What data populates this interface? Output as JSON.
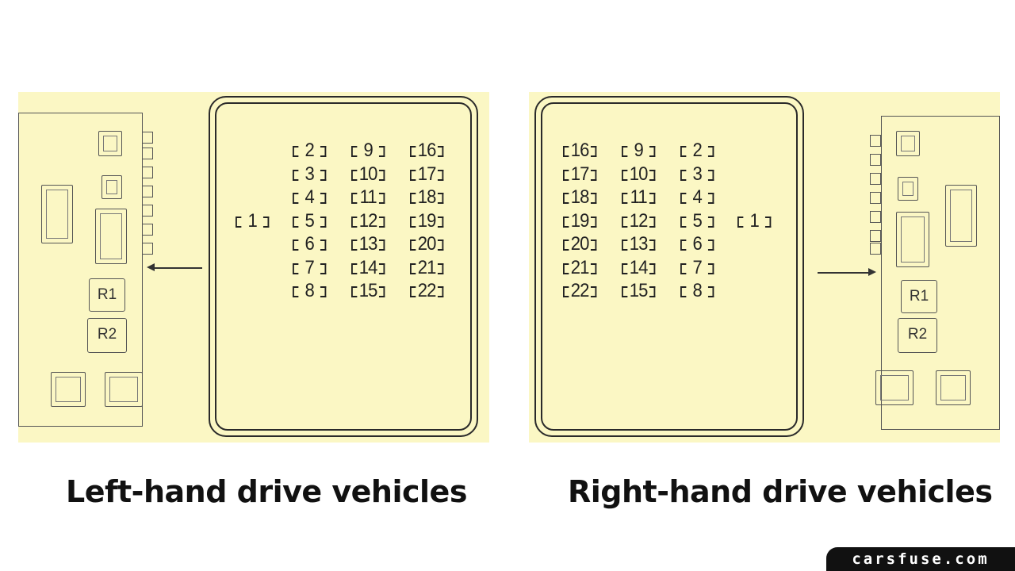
{
  "captions": {
    "left": "Left-hand drive vehicles",
    "right": "Right-hand drive vehicles"
  },
  "relays": {
    "r1": "R1",
    "r2": "R2"
  },
  "fuses_left": [
    [
      "2",
      "9",
      "16"
    ],
    [
      "3",
      "10",
      "17"
    ],
    [
      "4",
      "11",
      "18"
    ],
    [
      "5",
      "12",
      "19"
    ],
    [
      "6",
      "13",
      "20"
    ],
    [
      "7",
      "14",
      "21"
    ],
    [
      "8",
      "15",
      "22"
    ]
  ],
  "fuses_right": [
    [
      "16",
      "9",
      "2"
    ],
    [
      "17",
      "10",
      "3"
    ],
    [
      "18",
      "11",
      "4"
    ],
    [
      "19",
      "12",
      "5"
    ],
    [
      "20",
      "13",
      "6"
    ],
    [
      "21",
      "14",
      "7"
    ],
    [
      "22",
      "15",
      "8"
    ]
  ],
  "fuse_single": "1",
  "watermark": "carsfuse.com",
  "colors": {
    "panel_bg": "#fbf7c4",
    "line": "#2a2a2a"
  }
}
